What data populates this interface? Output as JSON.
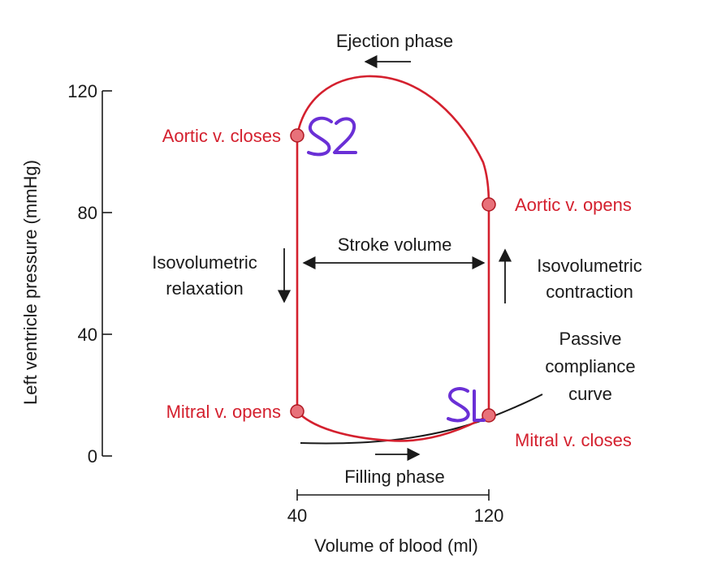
{
  "diagram": {
    "y_axis": {
      "label": "Left ventricle pressure (mmHg)",
      "ticks": [
        "120",
        "80",
        "40",
        "0"
      ]
    },
    "x_axis": {
      "label": "Volume of blood (ml)",
      "ticks": [
        "40",
        "120"
      ]
    },
    "labels": {
      "ejection_phase": "Ejection phase",
      "filling_phase": "Filling phase",
      "stroke_volume": "Stroke volume",
      "aortic_closes": "Aortic v. closes",
      "aortic_opens": "Aortic v. opens",
      "mitral_opens": "Mitral v. opens",
      "mitral_closes": "Mitral v. closes",
      "iso_relax_1": "Isovolumetric",
      "iso_relax_2": "relaxation",
      "iso_contr_1": "Isovolumetric",
      "iso_contr_2": "contraction",
      "passive_1": "Passive",
      "passive_2": "compliance",
      "passive_3": "curve"
    },
    "annotations": {
      "s2": "S2",
      "s1": "S1"
    },
    "colors": {
      "loop": "#d4202e",
      "marker": "#e8717a",
      "handwriting": "#6a2fd6",
      "ink": "#1a1a1a"
    }
  }
}
